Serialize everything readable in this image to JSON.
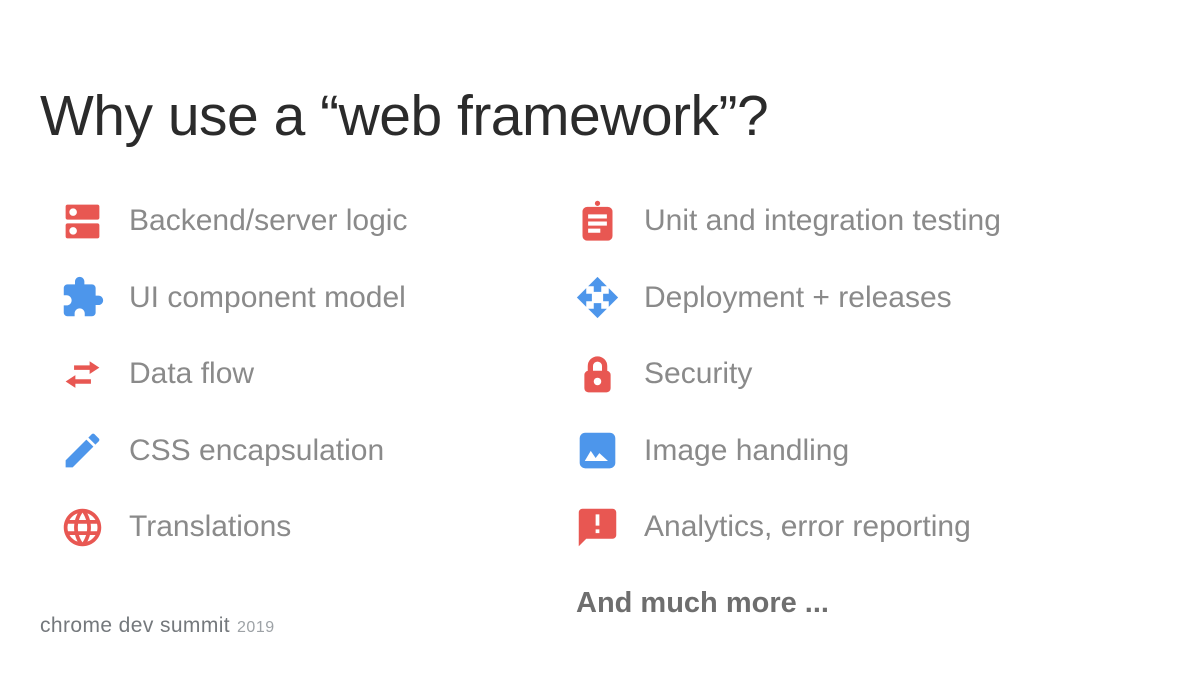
{
  "slide": {
    "title": "Why use a “web framework”?",
    "columns": {
      "left": [
        {
          "label": "Backend/server logic",
          "icon": "server-icon"
        },
        {
          "label": "UI component model",
          "icon": "puzzle-icon"
        },
        {
          "label": "Data flow",
          "icon": "swap-arrows-icon"
        },
        {
          "label": "CSS encapsulation",
          "icon": "pencil-icon"
        },
        {
          "label": "Translations",
          "icon": "globe-icon"
        }
      ],
      "right": [
        {
          "label": "Unit and integration testing",
          "icon": "clipboard-icon"
        },
        {
          "label": "Deployment + releases",
          "icon": "move-arrows-icon"
        },
        {
          "label": "Security",
          "icon": "lock-icon"
        },
        {
          "label": "Image handling",
          "icon": "image-icon"
        },
        {
          "label": "Analytics, error reporting",
          "icon": "alert-bubble-icon"
        }
      ]
    },
    "more_text": "And much more ...",
    "footer": {
      "brand": "chrome dev summit",
      "year": "2019"
    },
    "colors": {
      "red": "#E85752",
      "blue": "#4D96EB",
      "title": "#2B2B2B",
      "label": "#8A8A8A",
      "more": "#6E6E6E",
      "footer": "#74787C",
      "year": "#9DA2A6"
    }
  }
}
